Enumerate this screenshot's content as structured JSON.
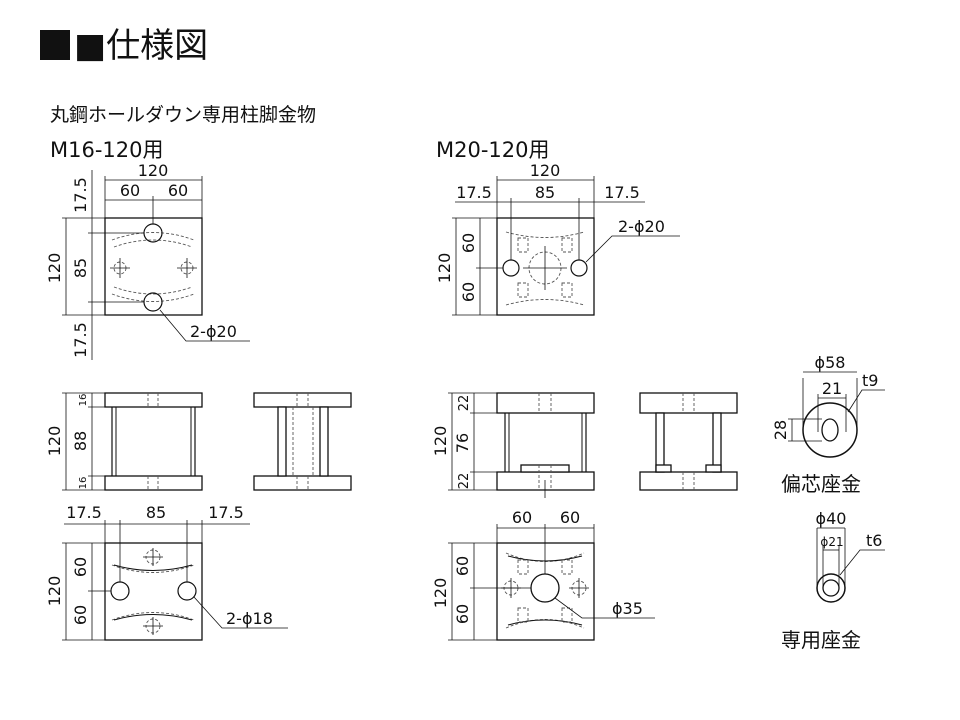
{
  "heading": "■仕様図",
  "subtitle": "丸鋼ホールダウン専用柱脚金物",
  "models": {
    "m16": "M16-120用",
    "m20": "M20-120用"
  },
  "washers": {
    "eccentric": "偏芯座金",
    "dedicated": "専用座金"
  },
  "dims": {
    "d120": "120",
    "d60": "60",
    "d175": "17.5",
    "d85": "85",
    "d88": "88",
    "d16": "16",
    "d76": "76",
    "d22": "22",
    "hole20": "2-ϕ20",
    "hole18": "2-ϕ18",
    "dia35": "ϕ35",
    "dia58": "ϕ58",
    "d21": "21",
    "t9": "t9",
    "d28": "28",
    "dia40": "ϕ40",
    "dia21": "ϕ21",
    "t6": "t6"
  }
}
